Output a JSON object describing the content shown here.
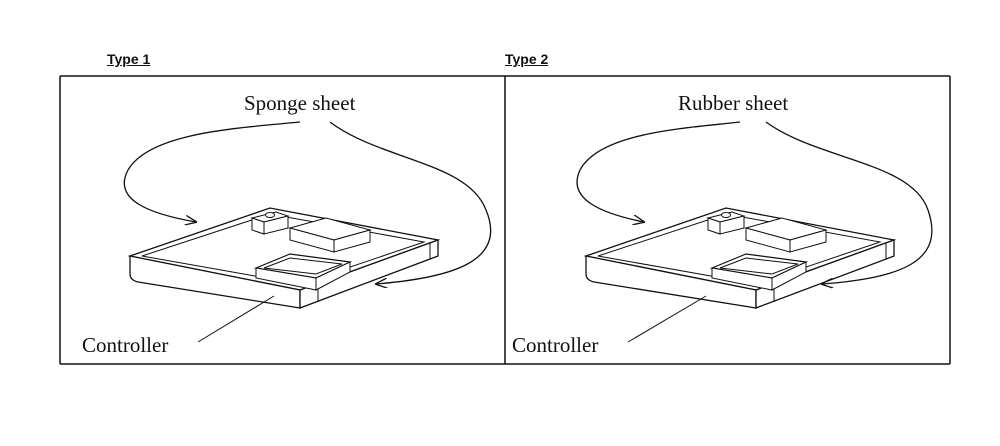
{
  "panels": [
    {
      "heading": "Type 1",
      "sheet_label": "Sponge sheet",
      "part_label": "Controller"
    },
    {
      "heading": "Type 2",
      "sheet_label": "Rubber sheet",
      "part_label": "Controller"
    }
  ],
  "colors": {
    "line": "#111111",
    "background": "#ffffff"
  }
}
